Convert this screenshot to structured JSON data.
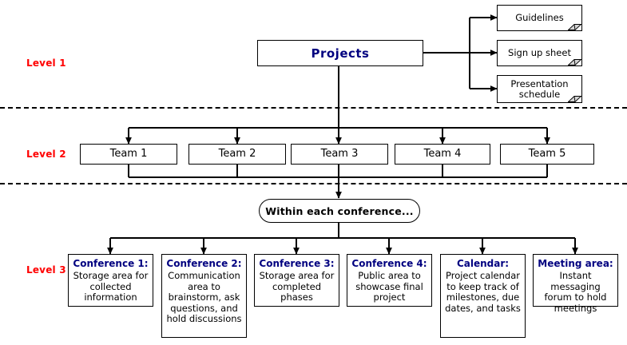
{
  "diagram": {
    "title_root": "Projects",
    "levels": [
      {
        "label": "Level 1"
      },
      {
        "label": "Level 2"
      },
      {
        "label": "Level 3"
      }
    ],
    "documents": [
      {
        "label": "Guidelines"
      },
      {
        "label": "Sign up sheet"
      },
      {
        "label": "Presentation schedule"
      }
    ],
    "teams": [
      {
        "label": "Team 1"
      },
      {
        "label": "Team 2"
      },
      {
        "label": "Team 3"
      },
      {
        "label": "Team 4"
      },
      {
        "label": "Team 5"
      }
    ],
    "gateway": {
      "label": "Within each conference..."
    },
    "conferences": [
      {
        "title": "Conference 1:",
        "desc": "Storage area for collected information"
      },
      {
        "title": "Conference 2:",
        "desc": "Communication area to brainstorm, ask questions, and hold discussions"
      },
      {
        "title": "Conference 3:",
        "desc": "Storage area for completed phases"
      },
      {
        "title": "Conference 4:",
        "desc": "Public area to showcase final project"
      },
      {
        "title": "Calendar:",
        "desc": "Project calendar to keep track of milestones, due dates, and tasks"
      },
      {
        "title": "Meeting area:",
        "desc": "Instant messaging forum to hold meetings"
      }
    ],
    "colors": {
      "level_label": "#ff0000",
      "heading_text": "#000080",
      "body_text": "#000000",
      "stroke": "#000000",
      "background": "#ffffff"
    }
  }
}
